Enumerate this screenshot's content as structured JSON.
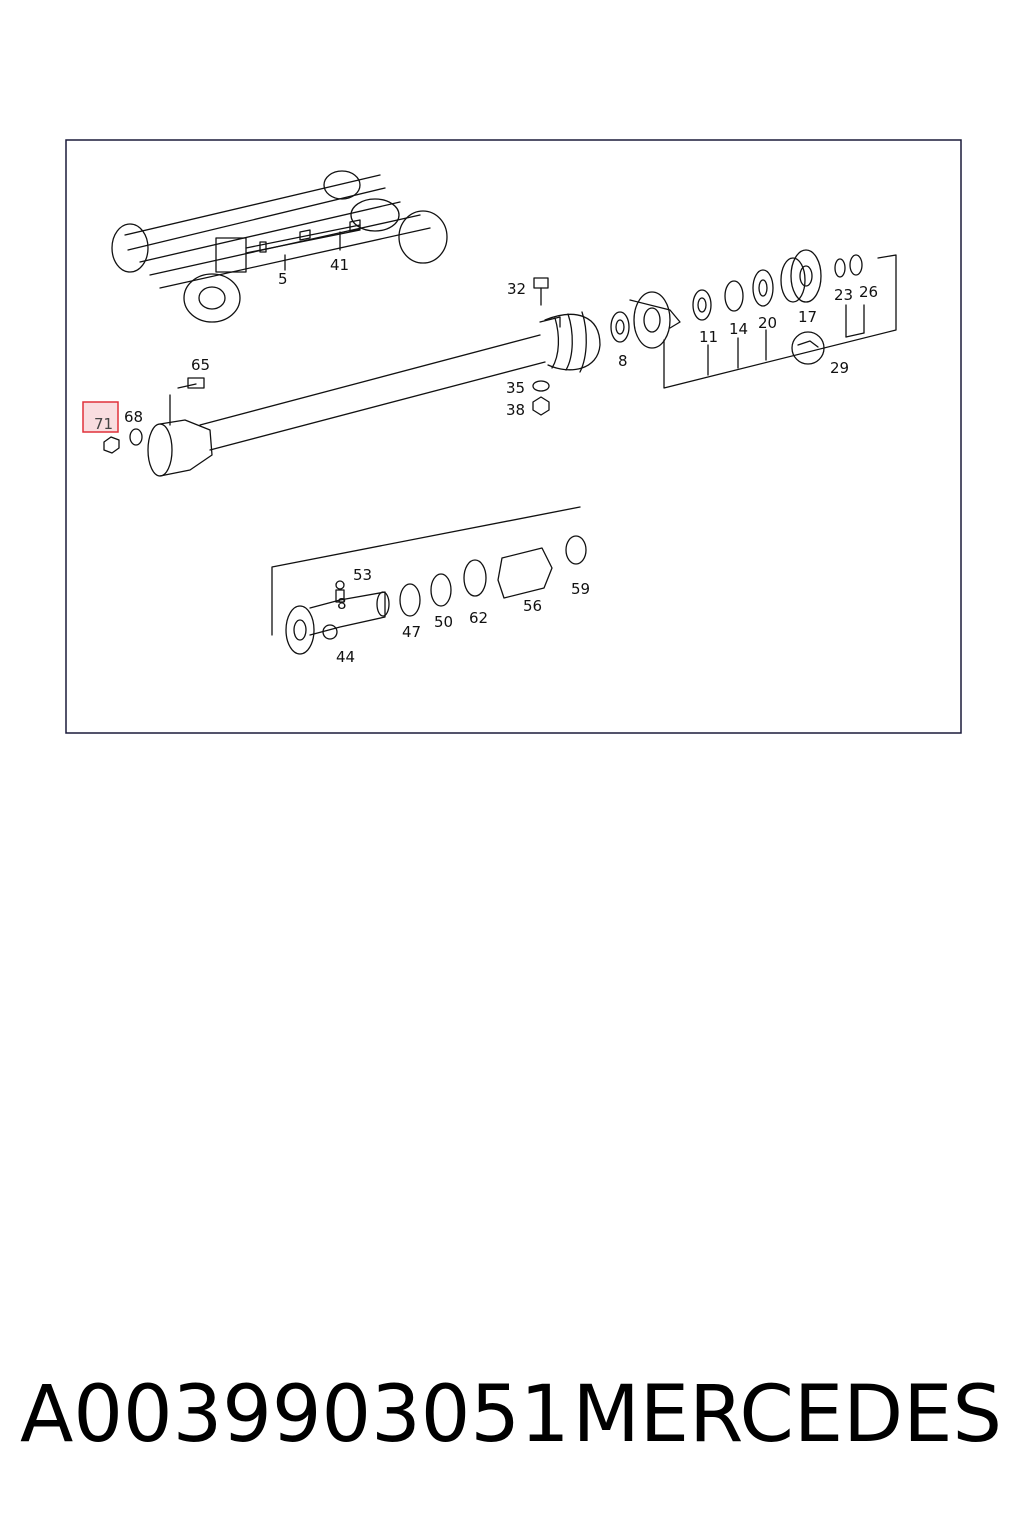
{
  "diagram": {
    "frame_color": "#1a1a3a",
    "highlight_color": "#e0303a",
    "highlight_fill": "#f9dde0",
    "highlighted_callout": "71",
    "callouts": {
      "c5": "5",
      "c41": "41",
      "c32": "32",
      "c8a": "8",
      "c11": "11",
      "c14": "14",
      "c20": "20",
      "c17": "17",
      "c23": "23",
      "c26": "26",
      "c29": "29",
      "c65": "65",
      "c68": "68",
      "c71": "71",
      "c35": "35",
      "c38": "38",
      "c53": "53",
      "c8b": "8",
      "c47": "47",
      "c50": "50",
      "c62": "62",
      "c56": "56",
      "c59": "59",
      "c44": "44"
    }
  },
  "footer": {
    "part_number": "A0039903051",
    "brand": "MERCEDES"
  }
}
